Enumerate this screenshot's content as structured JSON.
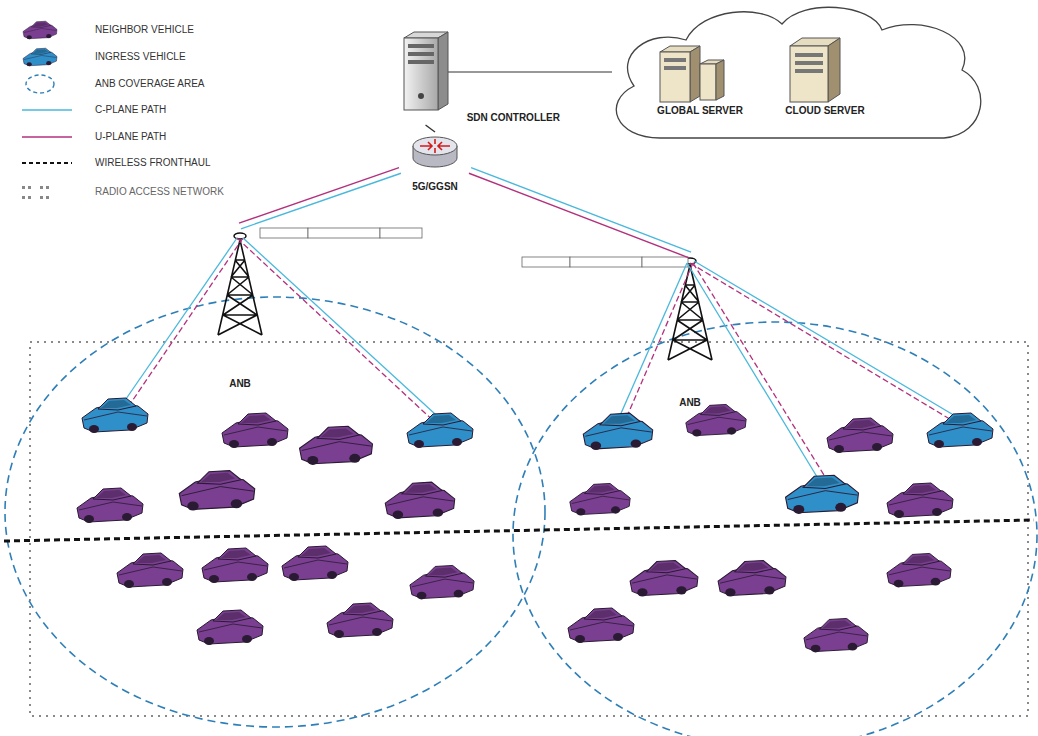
{
  "diagram": {
    "nodes": [
      {
        "text": [
          "SDN CONTROLLER"
        ]
      },
      {
        "text": [
          "5G/GGSN"
        ]
      },
      {
        "text": [
          "GLOBAL SERVER"
        ]
      },
      {
        "text": [
          "CLOUD SERVER"
        ]
      },
      {
        "text": [
          "ANB"
        ]
      },
      {
        "text": [
          "ANB"
        ]
      }
    ],
    "edges": [
      {
        "from": 0,
        "to": 1,
        "arrow": "none"
      },
      {
        "from": 1,
        "to": 4,
        "arrow": "none"
      },
      {
        "from": 1,
        "to": 4,
        "arrow": "none"
      },
      {
        "from": 1,
        "to": 5,
        "arrow": "none"
      },
      {
        "from": 1,
        "to": 5,
        "arrow": "none"
      }
    ],
    "legend": [
      {
        "text": "NEIGHBOR VEHICLE"
      },
      {
        "text": "INGRESS VEHICLE"
      },
      {
        "text": "ANB COVERAGE AREA"
      },
      {
        "text": "C-PLANE PATH"
      },
      {
        "text": "U-PLANE PATH"
      },
      {
        "text": "WIRELESS FRONTHAUL"
      },
      {
        "text": "RADIO ACCESS NETWORK"
      }
    ]
  }
}
